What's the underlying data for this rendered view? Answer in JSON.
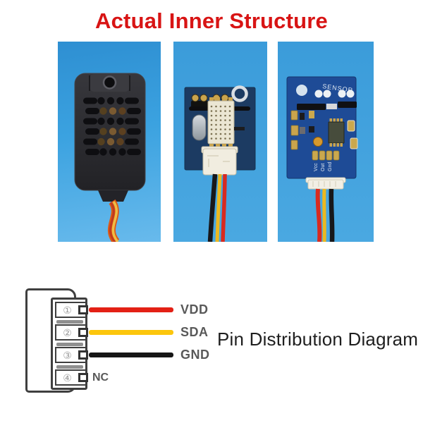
{
  "title": {
    "text": "Actual Inner Structure",
    "color": "#d81414"
  },
  "caption": {
    "text": "Pin Distribution Diagram"
  },
  "photos": {
    "pcb_back": {
      "silkscreen": "SENSOR",
      "pad_labels": [
        "Vcc",
        "Out",
        "Gnd"
      ]
    }
  },
  "pin_diagram": {
    "pins": [
      {
        "number": "①",
        "label": "VDD",
        "wire_color": "#e32015"
      },
      {
        "number": "②",
        "label": "SDA",
        "wire_color": "#fcc60d"
      },
      {
        "number": "③",
        "label": "GND",
        "wire_color": "#161616"
      },
      {
        "number": "④",
        "label": "NC",
        "wire_color": ""
      }
    ]
  },
  "colors": {
    "photo_background_blue": "#3b9cda",
    "pcb_navy": "#1c3b62",
    "pcb_royal_blue": "#1e4b96",
    "diagram_line_gray": "#3f3f3f"
  }
}
